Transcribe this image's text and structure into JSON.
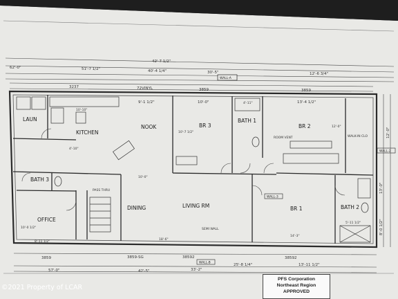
{
  "rooms": {
    "laun": "LAUN",
    "kitchen": "KITCHEN",
    "nook": "NOOK",
    "br3": "BR 3",
    "bath1": "BATH 1",
    "br2": "BR 2",
    "bath3": "BATH 3",
    "office": "OFFICE",
    "dining": "DINING",
    "living": "LIVING RM",
    "br1": "BR 1",
    "bath2": "BATH 2"
  },
  "walls": {
    "wall_a": "WALL-A",
    "wall_b": "WALL-B",
    "wall_3": "WALL-3",
    "wall_2": "WALL-2"
  },
  "dims": {
    "top_overall": "42'-7 1/2\"",
    "top_a": "62'-0\"",
    "top_b": "51'-7 1/2\"",
    "top_c": "40'-4 1/4\"",
    "top_d": "30'-5\"",
    "top_e": "12'-6 3/4\"",
    "top_f": "13'-4 1/2\"",
    "top_g": "9'-1 1/2\"",
    "top_h": "10'-0\"",
    "code_1": "3237",
    "code_2": "3859",
    "code_3": "3859",
    "vinyl": "72VINYL",
    "kitchen_w": "10'-10\"",
    "bath1_w": "4'-11\"",
    "br3_h": "10'-7 1/2\"",
    "br2_h": "12'-0\"",
    "bath3_w": "4'-10\"",
    "office_h": "10'-0 1/2\"",
    "office_w": "8'-11 1/2\"",
    "dining_w": "10'-0\"",
    "living_w": "18'-6\"",
    "br1_w": "14'-3\"",
    "bath2_w": "5'-11 1/2\"",
    "bottom_a": "57'-0\"",
    "bottom_b": "42'-5\"",
    "bottom_c": "33'-2\"",
    "bottom_d": "25'-8 1/4\"",
    "bottom_e": "13'-11 1/2\"",
    "code_b1": "3859",
    "code_b2": "3859-SG",
    "code_b3": "38592",
    "code_b4": "38592",
    "right_a": "8'-0 1/2\"",
    "right_b": "13'-0\"",
    "right_c": "12'-0\""
  },
  "notes": {
    "walk_in": "WALK-IN CLO",
    "room_note": "ROOM VENT",
    "pass_note": "PASS THRU",
    "wall_note": "SEMI WALL"
  },
  "stamp": {
    "line1": "PFS Corporation",
    "line2": "Northeast Region",
    "line3": "APPROVED"
  },
  "watermark": "©2021 Property of LCAR",
  "colors": {
    "paper": "#e9e9e6",
    "ink": "#2a2a2a",
    "background": "#2b2b2b"
  }
}
